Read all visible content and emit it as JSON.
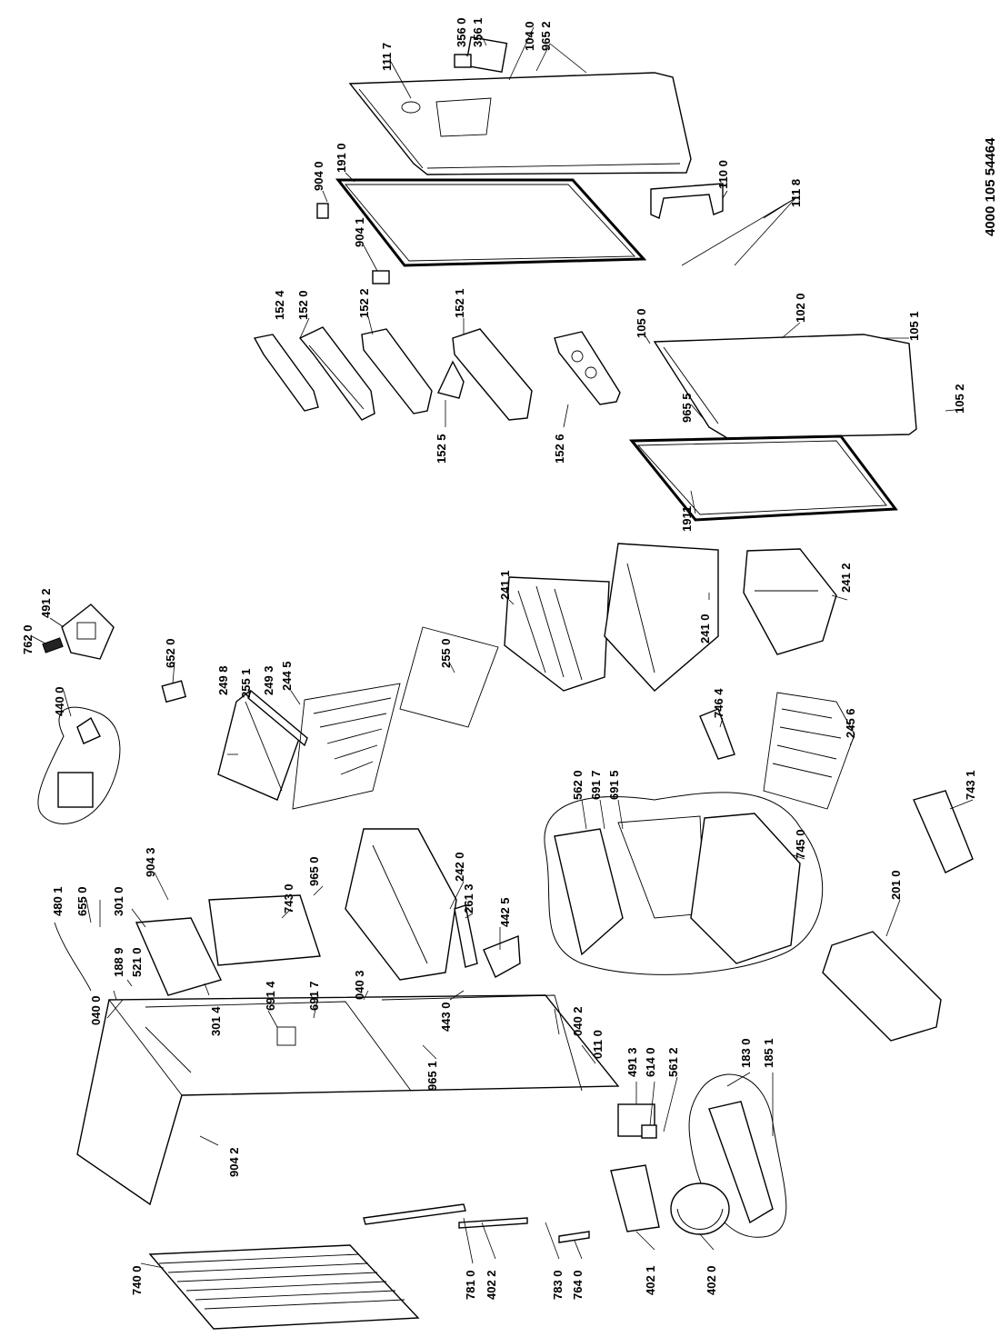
{
  "document_code": "4000 105 54464",
  "labels": [
    {
      "id": "l3560",
      "text": "356 0"
    },
    {
      "id": "l3561",
      "text": "356 1"
    },
    {
      "id": "l1040",
      "text": "104 0"
    },
    {
      "id": "l9652",
      "text": "965 2"
    },
    {
      "id": "l1117",
      "text": "111 7"
    },
    {
      "id": "l1910",
      "text": "191 0"
    },
    {
      "id": "l9040",
      "text": "904 0"
    },
    {
      "id": "l9041",
      "text": "904 1"
    },
    {
      "id": "l1100",
      "text": "110 0"
    },
    {
      "id": "l1118",
      "text": "111 8"
    },
    {
      "id": "l1524",
      "text": "152 4"
    },
    {
      "id": "l1520",
      "text": "152 0"
    },
    {
      "id": "l1522",
      "text": "152 2"
    },
    {
      "id": "l1521",
      "text": "152 1"
    },
    {
      "id": "l1525",
      "text": "152 5"
    },
    {
      "id": "l1526",
      "text": "152 6"
    },
    {
      "id": "l1050",
      "text": "105 0"
    },
    {
      "id": "l1020",
      "text": "102 0"
    },
    {
      "id": "l1051",
      "text": "105 1"
    },
    {
      "id": "l9655",
      "text": "965 5"
    },
    {
      "id": "l1052",
      "text": "105 2"
    },
    {
      "id": "l1911",
      "text": "1911"
    },
    {
      "id": "l7620",
      "text": "762 0"
    },
    {
      "id": "l4912",
      "text": "491 2"
    },
    {
      "id": "l4400",
      "text": "440 0"
    },
    {
      "id": "l6520",
      "text": "652 0"
    },
    {
      "id": "l2498",
      "text": "249 8"
    },
    {
      "id": "l2551",
      "text": "255 1"
    },
    {
      "id": "l2493",
      "text": "249 3"
    },
    {
      "id": "l2445",
      "text": "244 5"
    },
    {
      "id": "l2550",
      "text": "255 0"
    },
    {
      "id": "l2411",
      "text": "241 1"
    },
    {
      "id": "l2410",
      "text": "241 0"
    },
    {
      "id": "l2412",
      "text": "241 2"
    },
    {
      "id": "l7464",
      "text": "746 4"
    },
    {
      "id": "l2456",
      "text": "245 6"
    },
    {
      "id": "l7431",
      "text": "743 1"
    },
    {
      "id": "l5620",
      "text": "562 0"
    },
    {
      "id": "l6917a",
      "text": "691 7"
    },
    {
      "id": "l6915",
      "text": "691 5"
    },
    {
      "id": "l7450",
      "text": "745  0"
    },
    {
      "id": "l2010",
      "text": "201 0"
    },
    {
      "id": "l2420",
      "text": "242 0"
    },
    {
      "id": "l2613",
      "text": "261 3"
    },
    {
      "id": "l4425",
      "text": "442 5"
    },
    {
      "id": "l4801",
      "text": "480 1"
    },
    {
      "id": "l6550",
      "text": "655 0"
    },
    {
      "id": "l3010",
      "text": "301 0"
    },
    {
      "id": "l9043",
      "text": "904 3"
    },
    {
      "id": "l7430",
      "text": "743 0"
    },
    {
      "id": "l9650",
      "text": "965 0"
    },
    {
      "id": "l1889",
      "text": "188 9"
    },
    {
      "id": "l5210",
      "text": "521 0"
    },
    {
      "id": "l3014",
      "text": "301 4"
    },
    {
      "id": "l6914",
      "text": "691 4"
    },
    {
      "id": "l6917b",
      "text": "691 7"
    },
    {
      "id": "l0403",
      "text": "040 3"
    },
    {
      "id": "l4430",
      "text": "443 0"
    },
    {
      "id": "l0400",
      "text": "040 0"
    },
    {
      "id": "l0402",
      "text": "040 2"
    },
    {
      "id": "l0110",
      "text": "011 0"
    },
    {
      "id": "l9651",
      "text": "965 1"
    },
    {
      "id": "l4913",
      "text": "491 3"
    },
    {
      "id": "l6140",
      "text": "614 0"
    },
    {
      "id": "l5612",
      "text": "561 2"
    },
    {
      "id": "l1830",
      "text": "183 0"
    },
    {
      "id": "l1851",
      "text": "185 1"
    },
    {
      "id": "l9042",
      "text": "904 2"
    },
    {
      "id": "l7400",
      "text": "740 0"
    },
    {
      "id": "l7810",
      "text": "781 0"
    },
    {
      "id": "l4022",
      "text": "402 2"
    },
    {
      "id": "l7830",
      "text": "783 0"
    },
    {
      "id": "l7640",
      "text": "764 0"
    },
    {
      "id": "l4021",
      "text": "402 1"
    },
    {
      "id": "l4020",
      "text": "402 0"
    }
  ]
}
